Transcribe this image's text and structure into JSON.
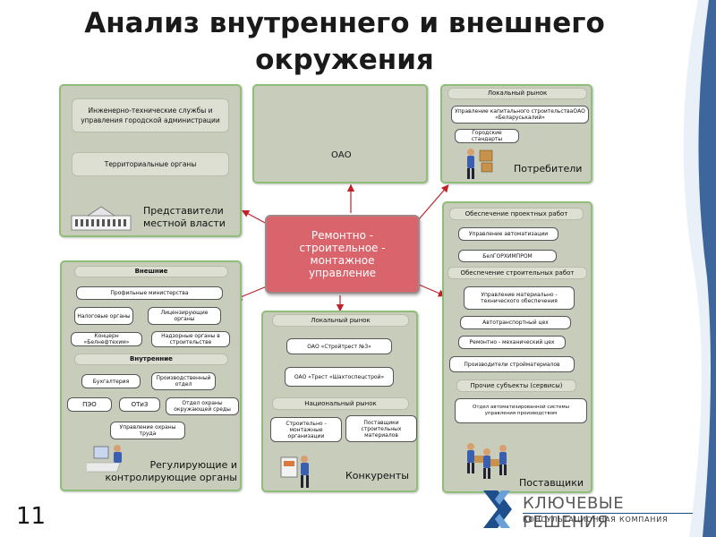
{
  "title_line1": "Анализ внутреннего и внешнего",
  "title_line2": "окружения",
  "page_number": "11",
  "center_box": "Ремонтно - строительное - монтажное управление",
  "local_authority": {
    "item1": "Инженерно-технические службы и управления городской администрации",
    "item2": "Территориальные органы",
    "caption": "Представители местной власти"
  },
  "oao_box": "ОАО",
  "consumers": {
    "header": "Локальный рынок",
    "item1": "Управление капитального строительстваОАО «Беларуськалий»",
    "item2": "Городские стандарты",
    "caption": "Потребители"
  },
  "regulators": {
    "external_header": "Внешние",
    "profile_ministries": "Профильные министерства",
    "tax_organs": "Налоговые органы",
    "licensing_organs": "Лицензирующие органы",
    "concern": "Концерн «Белнефтехим»",
    "supervisory": "Надзорные органы в строительстве",
    "internal_header": "Внутренние",
    "accounting": "Бухгалтерия",
    "production_dept": "Производственный отдел",
    "peo": "ПЭО",
    "otiz": "ОТиЗ",
    "environment_dept": "Отдел охраны окружающей среды",
    "labor_protection": "Управление охраны труда",
    "caption": "Регулирующие и контролирующие органы"
  },
  "competitors": {
    "local_header": "Локальный рынок",
    "item1": "ОАО «Стройтрест №3»",
    "item2": "ОАО «Трест «Шахтоспецстрой»",
    "national_header": "Национальный рынок",
    "item3": "Строительно - монтажные организации",
    "item4": "Поставщики строительных материалов",
    "caption": "Конкуренты"
  },
  "suppliers": {
    "design_header": "Обеспечение проектных работ",
    "automation": "Управление автоматизации",
    "belgorkhim": "БелГОРХИМПРОМ",
    "construction_header": "Обеспечение строительных работ",
    "material_supply": "Управление материально - технического обеспечения",
    "transport": "Автотранспортный цех",
    "repair": "Ремонтно - механический цех",
    "manufacturers": "Производители стройматериалов",
    "other_header": "Прочие субъекты (сервисы)",
    "other_item": "Отдел автоматизированной системы управления производством",
    "caption": "Поставщики"
  },
  "logo": {
    "line1": "КЛЮЧЕВЫЕ РЕШЕНИЯ",
    "line2": "КОНСУЛЬТАЦИОННАЯ КОМПАНИЯ"
  },
  "colors": {
    "panel_fill": "#c8ccbb",
    "panel_border": "#8fbe7a",
    "center_fill": "#d9646c",
    "arrow": "#c0222a",
    "bar_fill": "#dcdfd2"
  },
  "icons": [
    "building-icon",
    "buyer-person-icon",
    "computer-user-icon",
    "presenter-icon",
    "workers-group-icon",
    "key-logo-icon"
  ]
}
